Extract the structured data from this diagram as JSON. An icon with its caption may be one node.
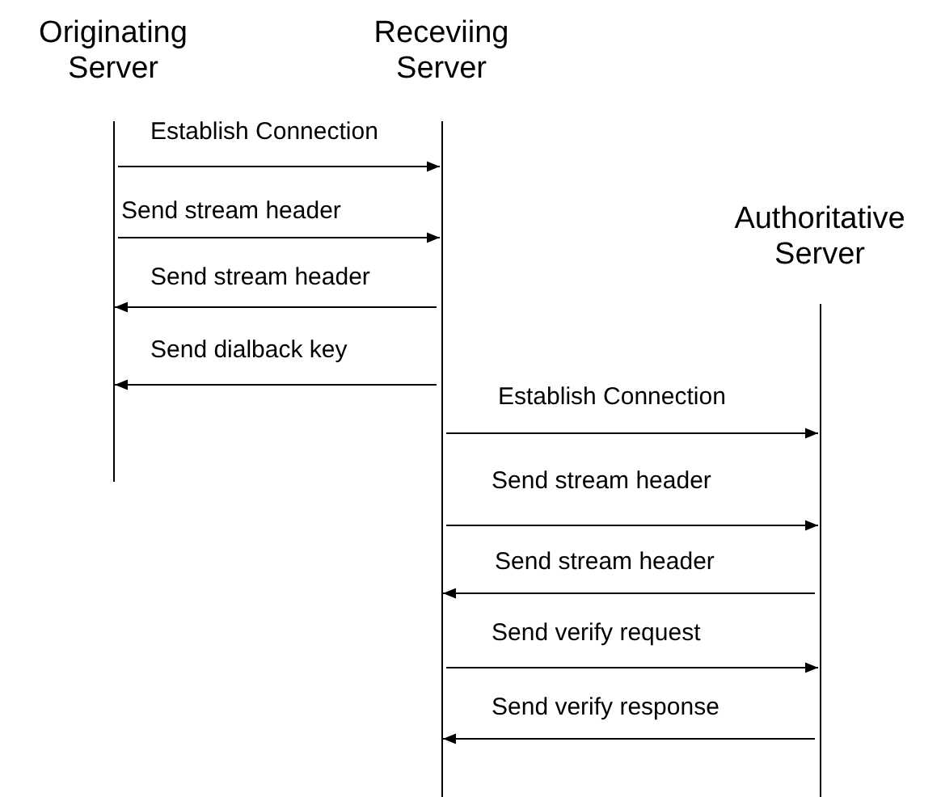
{
  "diagram": {
    "nodes": [
      {
        "text": [
          "Originating Server"
        ]
      },
      {
        "text": [
          "Receviing Server"
        ]
      },
      {
        "text": [
          "Authoritative Server"
        ]
      }
    ],
    "edges": [
      {
        "from": 0,
        "to": 1,
        "arrow": "to",
        "label": "Establish Connection"
      },
      {
        "from": 0,
        "to": 1,
        "arrow": "to",
        "label": "Send stream header"
      },
      {
        "from": 1,
        "to": 0,
        "arrow": "to",
        "label": "Send stream header"
      },
      {
        "from": 1,
        "to": 0,
        "arrow": "to",
        "label": "Send dialback key"
      },
      {
        "from": 1,
        "to": 2,
        "arrow": "to",
        "label": "Establish Connection"
      },
      {
        "from": 1,
        "to": 2,
        "arrow": "to",
        "label": "Send stream header"
      },
      {
        "from": 2,
        "to": 1,
        "arrow": "to",
        "label": "Send stream header"
      },
      {
        "from": 1,
        "to": 2,
        "arrow": "to",
        "label": "Send verify request"
      },
      {
        "from": 2,
        "to": 1,
        "arrow": "to",
        "label": "Send verify response"
      }
    ]
  }
}
